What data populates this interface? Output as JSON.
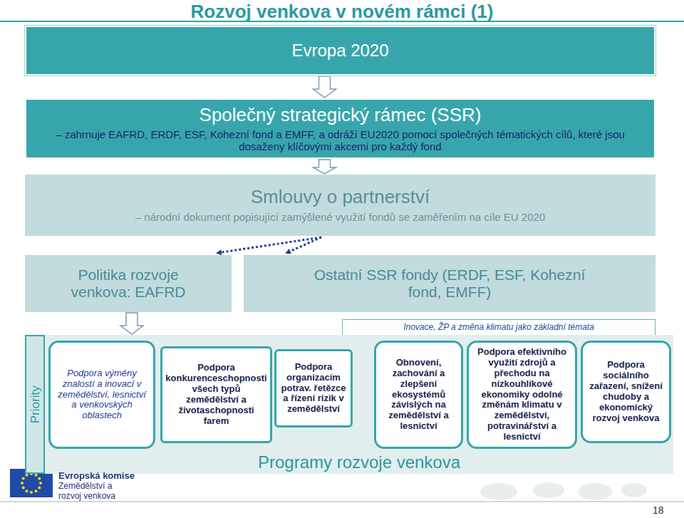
{
  "diagram": {
    "title": "Rozvoj venkova v novém rámci (1)",
    "nodes": [
      {
        "text": [
          "Evropa 2020"
        ]
      },
      {
        "text": [
          "Společný strategický rámec (SSR)",
          "– zahrnuje EAFRD, ERDF, ESF, Kohezní fond a EMFF, a odráží EU2020 pomocí společných tématických cílů, které jsou dosaženy klíčovými akcemi pro každý fond"
        ]
      },
      {
        "text": [
          "Smlouvy o partnerství",
          "– národní dokument popisující zamýšlené využití fondů se zaměřením na cíle EU 2020"
        ]
      },
      {
        "text": [
          "Politika rozvoje venkova: EAFRD"
        ]
      },
      {
        "text": [
          "Ostatní SSR fondy (ERDF, ESF, Kohezní fond, EMFF)"
        ]
      },
      {
        "text": [
          "Inovace, ŽP a změna klimatu jako základní témata"
        ]
      },
      {
        "text": [
          "Priority"
        ]
      },
      {
        "text": [
          "Programy rozvoje venkova"
        ]
      },
      {
        "text": [
          "Podpora výměny znalostí a inovací v zemědělství, lesnictví a venkovských oblastech"
        ],
        "in": 7
      },
      {
        "text": [
          "Podpora konkurenceschopnosti všech typů zemědělství a životaschopnosti farem"
        ],
        "in": 7
      },
      {
        "text": [
          "Podpora organizacím potrav. řetězce a řízení rizik v zemědělství"
        ],
        "in": 7
      },
      {
        "text": [
          "Obnovení, zachování a zlepšení ekosystémů závislých na zemědělství a lesnictví"
        ],
        "in": 7
      },
      {
        "text": [
          "Podpora efektivního využití zdrojů a přechodu na nízkouhlíkové ekonomiky odolné změnám klimatu v zemědělství, potravinářství a lesnictví"
        ],
        "in": 7
      },
      {
        "text": [
          "Podpora sociálního zařazení, snížení chudoby a ekonomický rozvoj venkova"
        ],
        "in": 7
      }
    ],
    "edges": [
      {
        "from": 0,
        "to": 1,
        "arrow": "to"
      },
      {
        "from": 1,
        "to": 2,
        "arrow": "to"
      },
      {
        "from": 2,
        "to": 3,
        "arrow": "to"
      },
      {
        "from": 2,
        "to": 4,
        "arrow": "to"
      },
      {
        "from": 3,
        "to": 7,
        "arrow": "to"
      }
    ],
    "labels": [
      "Evropská komise",
      "Zemědělství a rozvoj venkova",
      "18"
    ]
  }
}
